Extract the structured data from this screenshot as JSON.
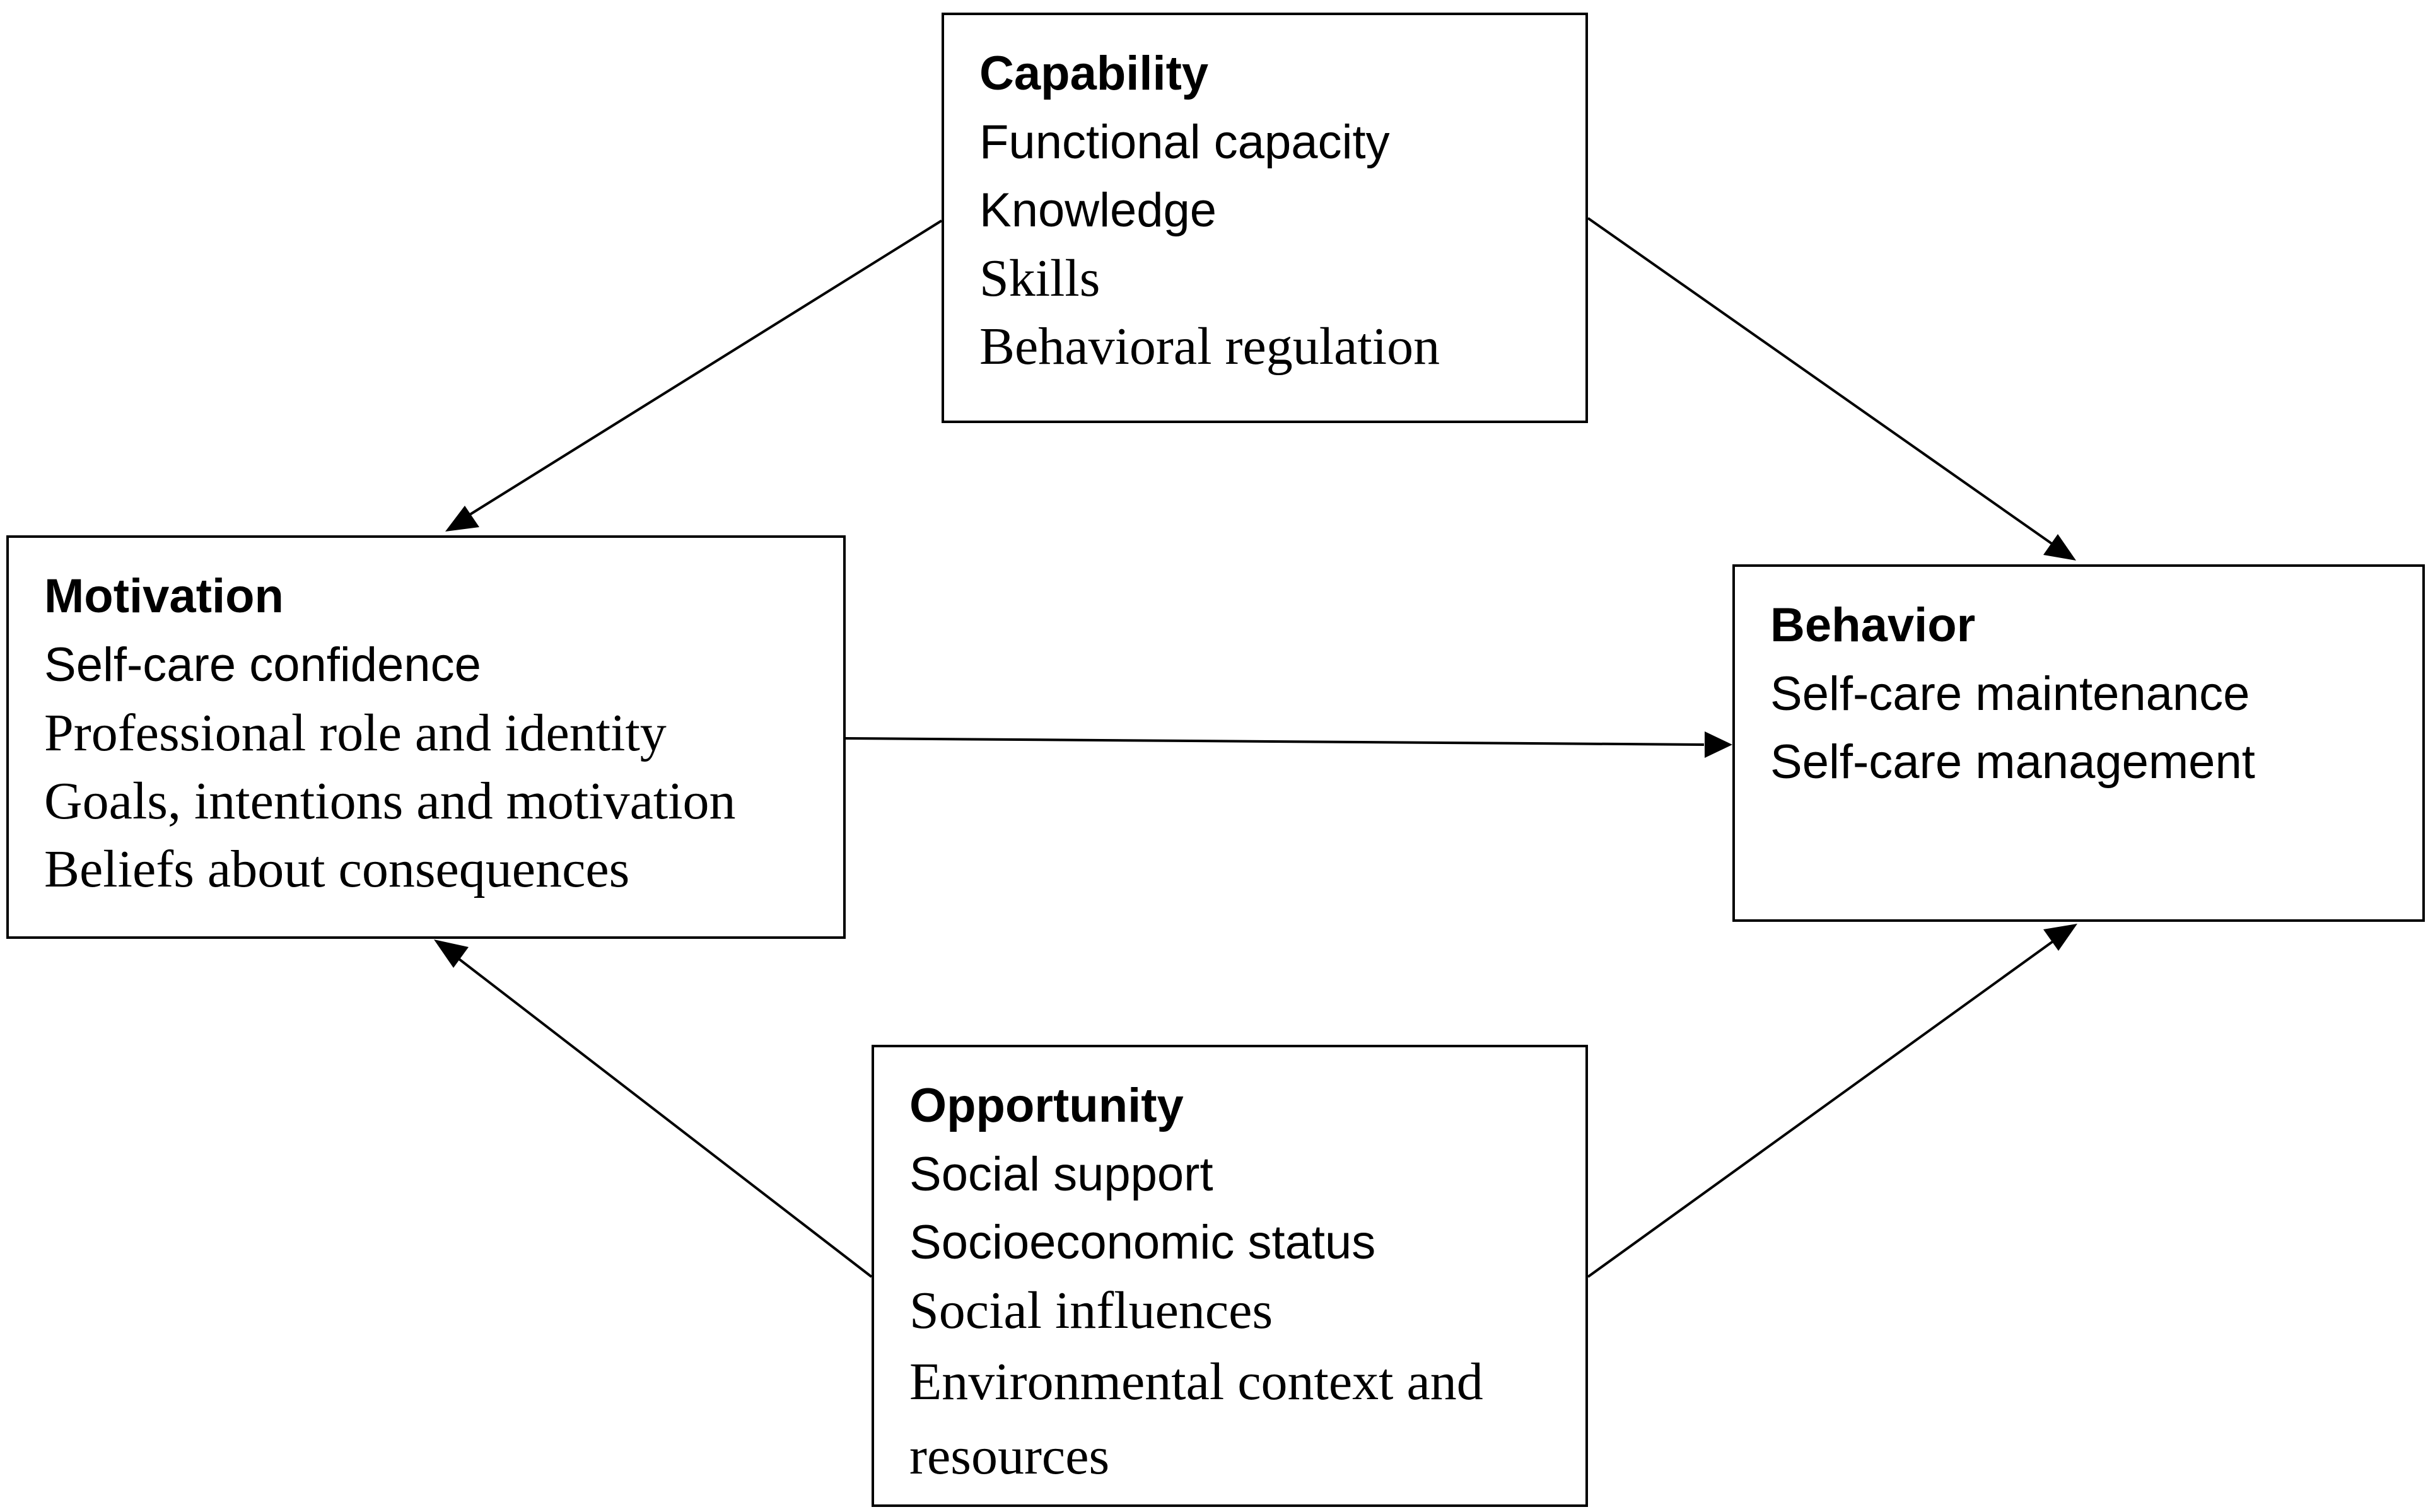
{
  "diagram": {
    "boxes": {
      "capability": {
        "title": "Capability",
        "items": [
          "Functional capacity",
          "Knowledge",
          "Skills",
          "Behavioral regulation"
        ]
      },
      "motivation": {
        "title": "Motivation",
        "items": [
          "Self-care confidence",
          "Professional role and identity",
          "Goals, intentions and motivation",
          "Beliefs about consequences"
        ]
      },
      "behavior": {
        "title": "Behavior",
        "items": [
          "Self-care maintenance",
          "Self-care management"
        ]
      },
      "opportunity": {
        "title": "Opportunity",
        "items": [
          "Social support",
          "Socioeconomic status",
          "Social influences",
          "Environmental context and resources"
        ]
      }
    },
    "arrows": [
      {
        "from": "capability",
        "to": "motivation"
      },
      {
        "from": "capability",
        "to": "behavior"
      },
      {
        "from": "motivation",
        "to": "behavior"
      },
      {
        "from": "opportunity",
        "to": "motivation"
      },
      {
        "from": "opportunity",
        "to": "behavior"
      }
    ],
    "colors": {
      "line": "#000000",
      "background": "#ffffff"
    }
  }
}
